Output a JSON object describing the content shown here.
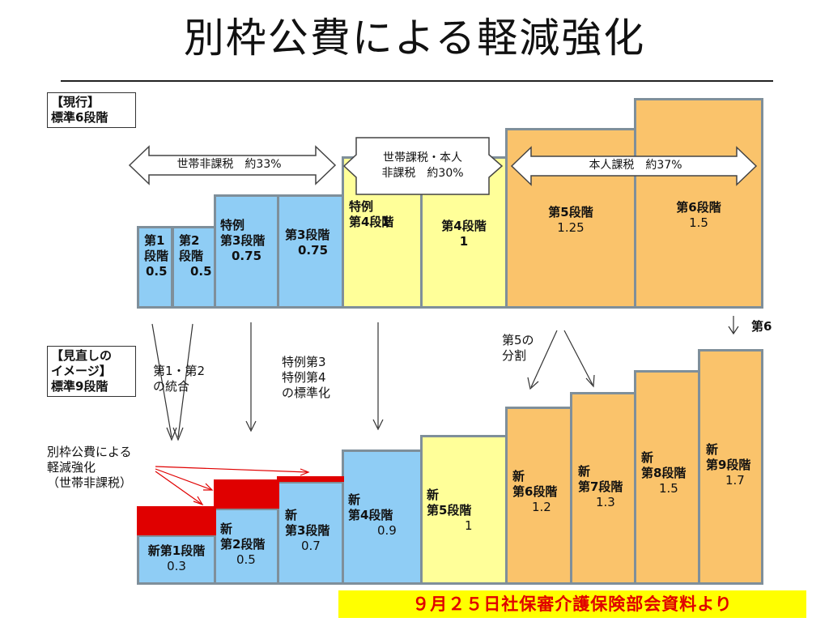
{
  "title": "別枠公費による軽減強化",
  "current_label": "【現行】\n標準6段階",
  "review_label": "【見直しの\nイメージ】\n標準9段階",
  "arrows": {
    "household_exempt": "世帯非課税　約33%",
    "household_taxed": "世帯課税・本人\n非課税　約30%",
    "self_taxed": "本人課税　約37%"
  },
  "current_bars": [
    {
      "label": "第1\n段階",
      "value": "0.5"
    },
    {
      "label": "第2\n段階",
      "value": "0.5"
    },
    {
      "label": "特例\n第3段階",
      "value": "0.75"
    },
    {
      "label": "第3段階",
      "value": "0.75"
    },
    {
      "label": "特例\n第4段階",
      "value": "1"
    },
    {
      "label": "第4段階",
      "value": "1"
    },
    {
      "label": "第5段階",
      "value": "1.25"
    },
    {
      "label": "第6段階",
      "value": "1.5"
    }
  ],
  "annotations": {
    "merge": "第1・第2\nの統合",
    "standardize": "特例第3\n特例第4\nの標準化",
    "split": "第5の\n分割",
    "sixth": "第6",
    "relief": "別枠公費による\n軽減強化\n（世帯非課税）"
  },
  "new_bars": [
    {
      "label": "新第1段階",
      "value": "0.3"
    },
    {
      "label": "新\n第2段階",
      "value": "0.5"
    },
    {
      "label": "新\n第3段階",
      "value": "0.7"
    },
    {
      "label": "新\n第4段階",
      "value": "0.9"
    },
    {
      "label": "新\n第5段階",
      "value": "1"
    },
    {
      "label": "新\n第6段階",
      "value": "1.2"
    },
    {
      "label": "新\n第7段階",
      "value": "1.3"
    },
    {
      "label": "新\n第8段階",
      "value": "1.5"
    },
    {
      "label": "新\n第9段階",
      "value": "1.7"
    }
  ],
  "footer": "９月２５日社保審介護保険部会資料より",
  "colors": {
    "blue": "#8fcdf5",
    "yellow": "#ffff99",
    "orange": "#fac36b",
    "red": "#e00000",
    "footer_bg": "#ffff00"
  }
}
